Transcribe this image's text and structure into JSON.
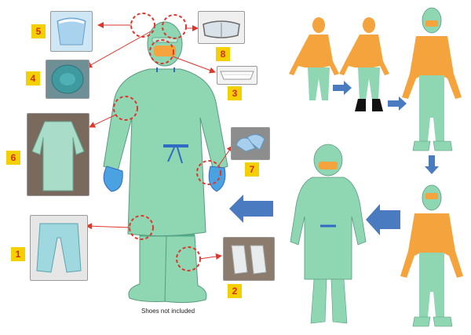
{
  "caption": "Shoes not included",
  "items": [
    {
      "number": "5",
      "icon": "face-shield-icon"
    },
    {
      "number": "4",
      "icon": "hair-cap-icon"
    },
    {
      "number": "6",
      "icon": "gown-icon"
    },
    {
      "number": "1",
      "icon": "trousers-icon"
    },
    {
      "number": "8",
      "icon": "goggles-icon"
    },
    {
      "number": "3",
      "icon": "face-mask-icon"
    },
    {
      "number": "7",
      "icon": "gloves-icon"
    },
    {
      "number": "2",
      "icon": "shoe-covers-icon"
    }
  ],
  "colors": {
    "suit": "#8fd6b3",
    "skin": "#f5a33c",
    "glove": "#4aa3e0",
    "arrow": "#4a7bc1",
    "highlight": "#e0352b",
    "badge": "#f5d000"
  }
}
